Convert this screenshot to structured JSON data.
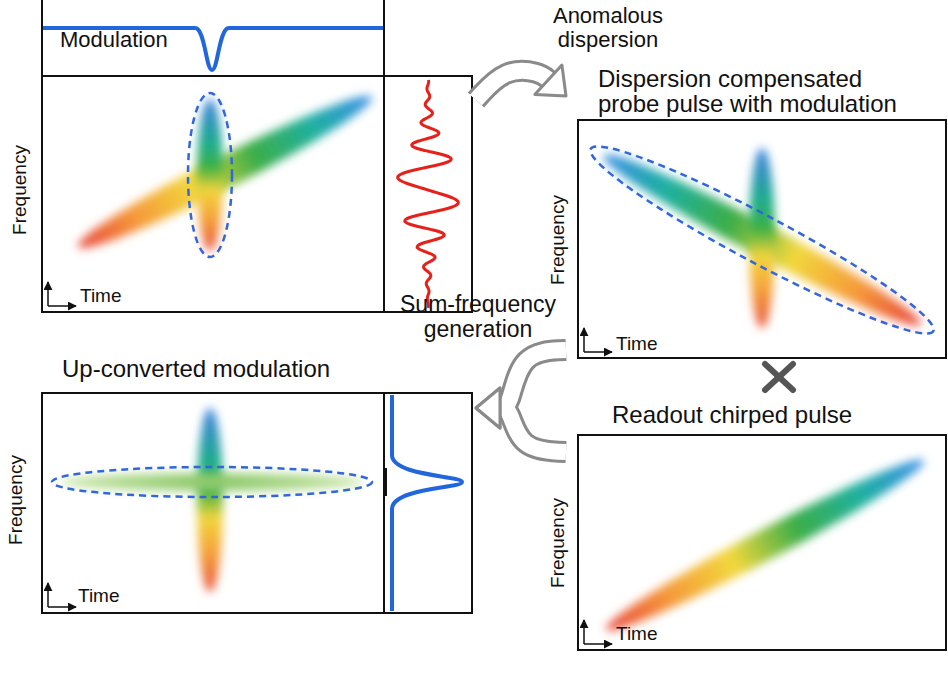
{
  "diagram": {
    "nodes": [
      {
        "text": [
          "Modulation",
          "Frequency",
          "Time"
        ]
      },
      {
        "text": [
          "Dispersion compensated probe pulse with modulation",
          "Frequency",
          "Time"
        ]
      },
      {
        "text": [
          "Up-converted modulation",
          "Frequency",
          "Time"
        ]
      },
      {
        "text": [
          "Readout chirped pulse",
          "Frequency",
          "Time"
        ]
      }
    ],
    "edges": [
      {
        "from": 0,
        "to": 1,
        "arrow": "to",
        "label": "Anomalous dispersion"
      },
      {
        "from": 1,
        "to": 2,
        "arrow": "to",
        "label": "Sum-frequency generation"
      },
      {
        "from": 3,
        "to": 2,
        "arrow": "to"
      }
    ]
  }
}
